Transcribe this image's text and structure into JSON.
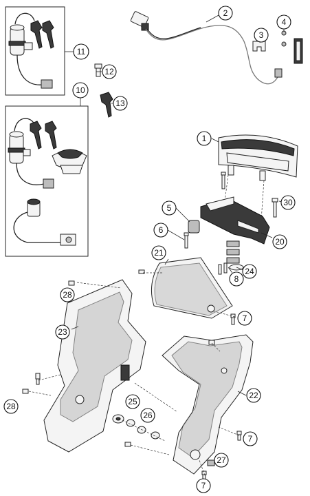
{
  "callouts": [
    {
      "id": "1",
      "label": "1"
    },
    {
      "id": "2",
      "label": "2"
    },
    {
      "id": "3",
      "label": "3"
    },
    {
      "id": "4",
      "label": "4"
    },
    {
      "id": "5",
      "label": "5"
    },
    {
      "id": "6",
      "label": "6"
    },
    {
      "id": "7a",
      "label": "7"
    },
    {
      "id": "7b",
      "label": "7"
    },
    {
      "id": "7c",
      "label": "7"
    },
    {
      "id": "8",
      "label": "8"
    },
    {
      "id": "10",
      "label": "10"
    },
    {
      "id": "11",
      "label": "11"
    },
    {
      "id": "12",
      "label": "12"
    },
    {
      "id": "13",
      "label": "13"
    },
    {
      "id": "20",
      "label": "20"
    },
    {
      "id": "21",
      "label": "21"
    },
    {
      "id": "22",
      "label": "22"
    },
    {
      "id": "23",
      "label": "23"
    },
    {
      "id": "24",
      "label": "24"
    },
    {
      "id": "25",
      "label": "25"
    },
    {
      "id": "26",
      "label": "26"
    },
    {
      "id": "27",
      "label": "27"
    },
    {
      "id": "28a",
      "label": "28"
    },
    {
      "id": "28b",
      "label": "28"
    },
    {
      "id": "30",
      "label": "30"
    }
  ]
}
